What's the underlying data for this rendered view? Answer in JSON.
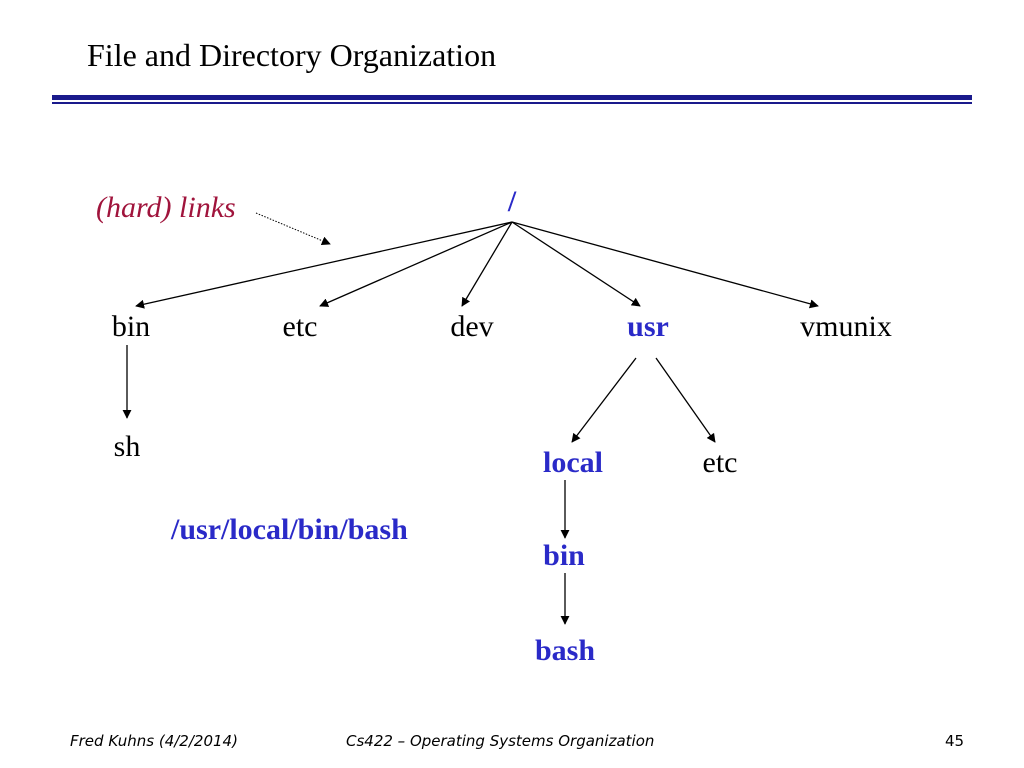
{
  "slide": {
    "title": "File and Directory Organization"
  },
  "tree": {
    "root": "/",
    "level1": [
      "bin",
      "etc",
      "dev",
      "usr",
      "vmunix"
    ],
    "bin_children": [
      "sh"
    ],
    "usr_children": [
      "local",
      "etc"
    ],
    "local_children": [
      "bin"
    ],
    "local_bin_children": [
      "bash"
    ]
  },
  "annotation": {
    "text": "(hard) links"
  },
  "path_label": "/usr/local/bin/bash",
  "colors": {
    "highlight": "#2a2ac8",
    "annotation": "#a0143c",
    "rule": "#1a1a8c"
  },
  "footer": {
    "left": "Fred Kuhns (4/2/2014)",
    "center": "Cs422 – Operating Systems Organization",
    "page": "45"
  }
}
